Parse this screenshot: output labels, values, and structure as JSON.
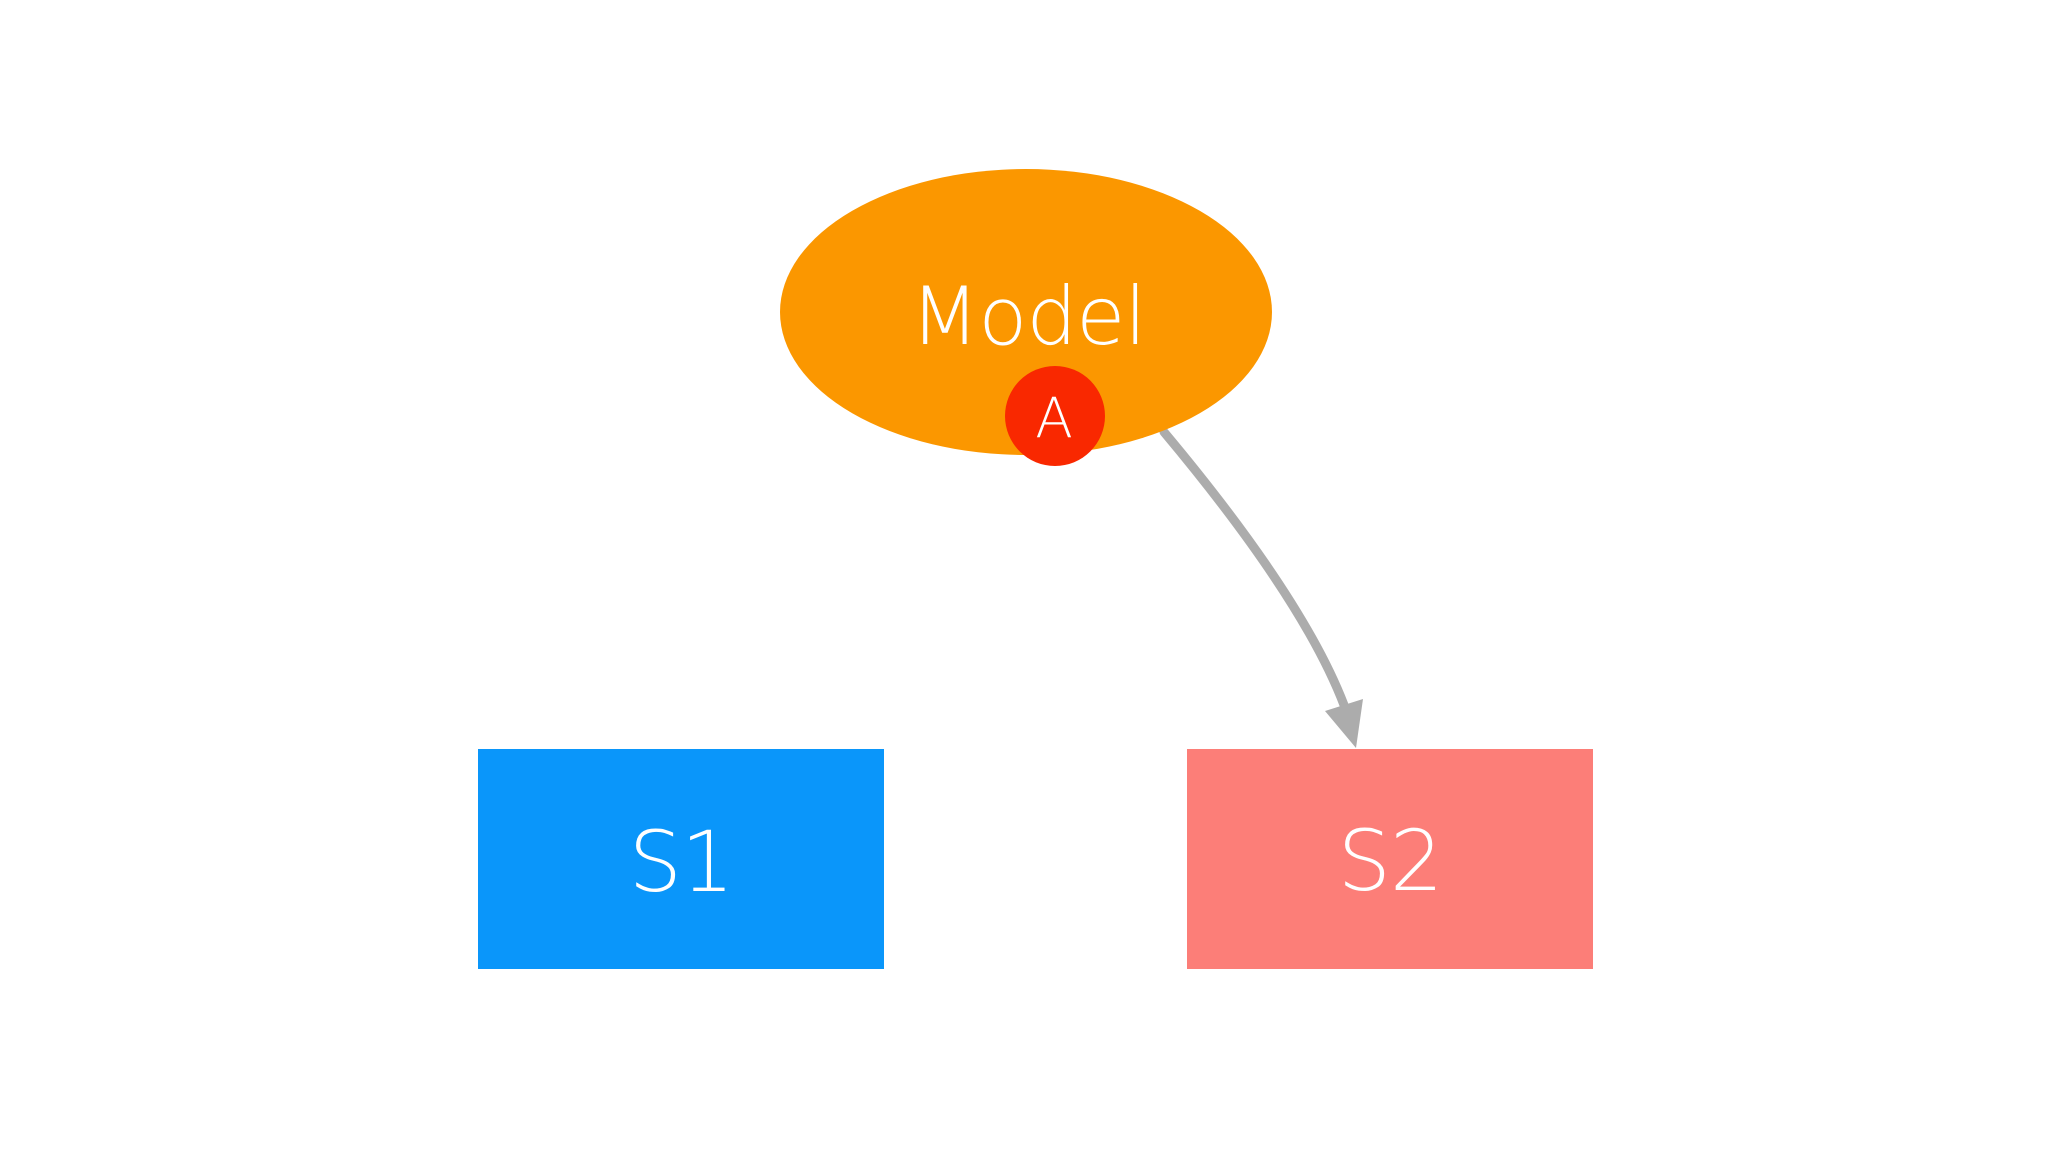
{
  "canvas": {
    "background": "#FFFFFF",
    "text_color": "#FFFFFF"
  },
  "diagram": {
    "nodes": [
      {
        "id": "model",
        "label": "Model",
        "shape": "ellipse",
        "fill": "#FB9700"
      },
      {
        "id": "badge-a",
        "label": "A",
        "shape": "circle",
        "fill": "#F92800"
      },
      {
        "id": "s1",
        "label": "S1",
        "shape": "rect",
        "fill": "#0A96FA"
      },
      {
        "id": "s2",
        "label": "S2",
        "shape": "rect",
        "fill": "#FC7E78"
      }
    ],
    "edges": [
      {
        "from": "model",
        "to": "s2",
        "style": "curved-arrow",
        "color": "#ACACAC"
      }
    ]
  }
}
